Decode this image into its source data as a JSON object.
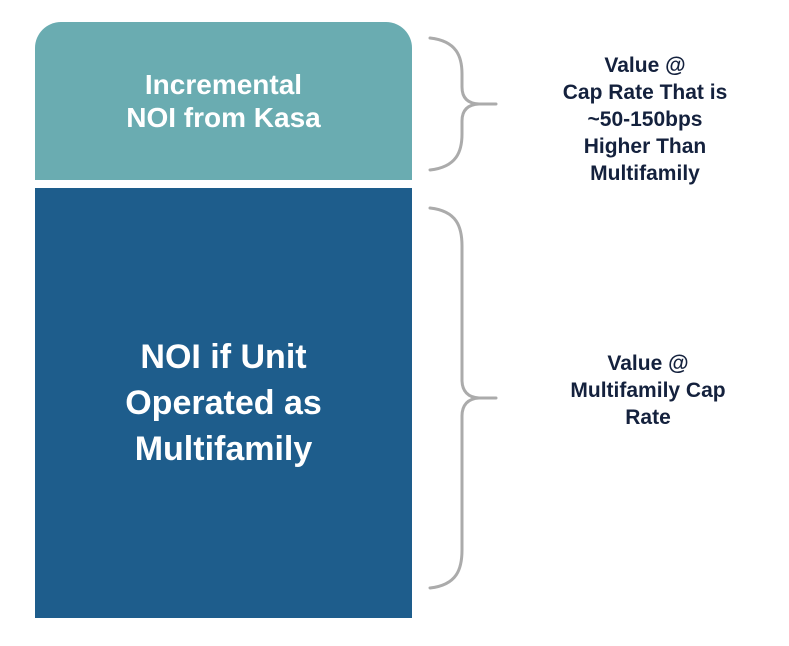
{
  "colors": {
    "teal_block": "#6AACB1",
    "blue_block": "#1E5D8C",
    "block_text": "#FFFFFF",
    "annotation_text": "#14213D",
    "brace": "#ABABAB"
  },
  "stack": [
    {
      "name": "incremental-noi-block",
      "lines": [
        "Incremental",
        "NOI from Kasa"
      ]
    },
    {
      "name": "multifamily-noi-block",
      "lines": [
        "NOI if Unit",
        "Operated as",
        "Multifamily"
      ]
    }
  ],
  "annotations": [
    {
      "name": "incremental-value-note",
      "lines": [
        "Value @",
        "Cap Rate That is",
        "~50-150bps",
        "Higher Than",
        "Multifamily"
      ]
    },
    {
      "name": "multifamily-value-note",
      "lines": [
        "Value @",
        "Multifamily Cap",
        "Rate"
      ]
    }
  ]
}
